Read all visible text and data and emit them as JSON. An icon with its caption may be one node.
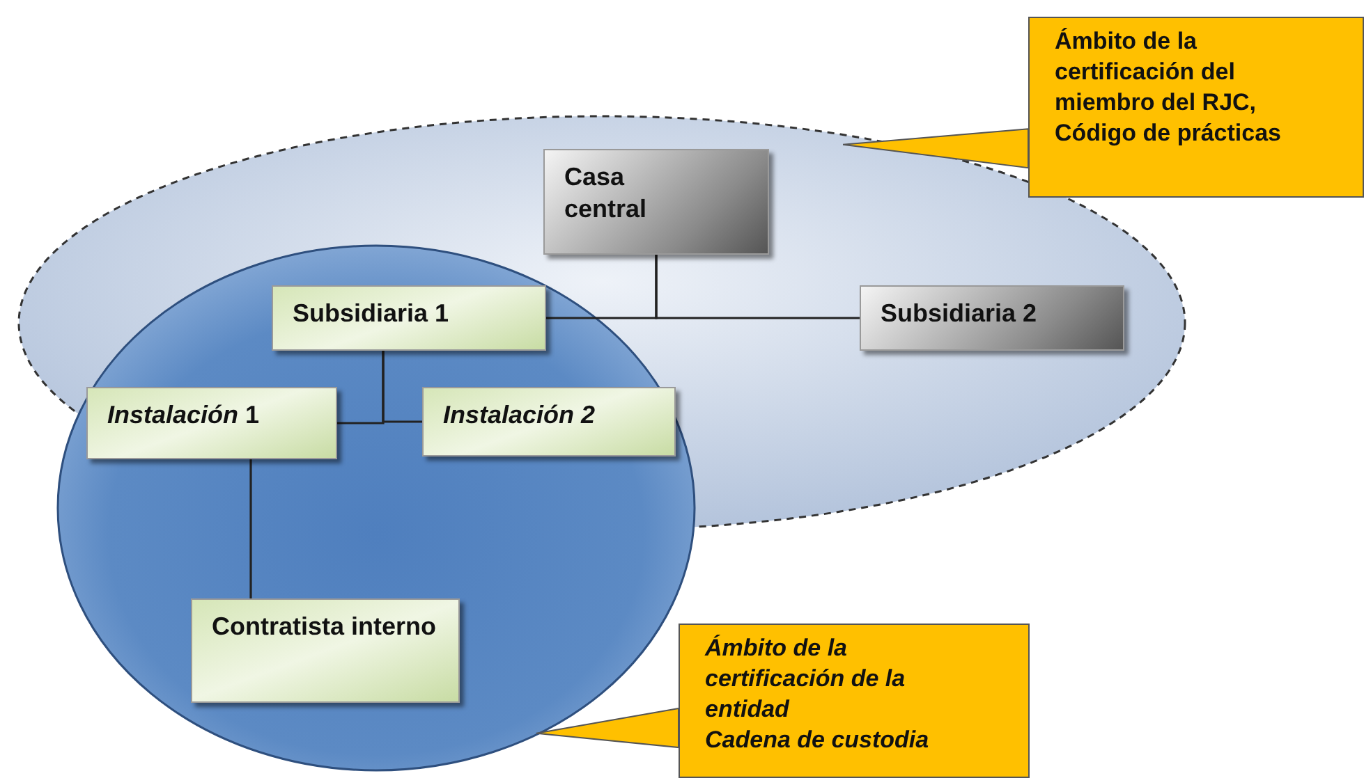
{
  "diagram": {
    "nodes": [
      {
        "text": [],
        "shape": "ellipse"
      },
      {
        "text": [],
        "shape": "ellipse"
      },
      {
        "text": [
          "Casa central"
        ],
        "in": 0
      },
      {
        "text": [
          "Subsidiaria 1"
        ]
      },
      {
        "text": [
          "Subsidiaria 2"
        ],
        "in": 0
      },
      {
        "text": [
          "*Instalación* 1"
        ]
      },
      {
        "text": [
          "Instalación 2"
        ]
      },
      {
        "text": [
          "Contratista interno"
        ],
        "in": 1
      },
      {
        "text": [
          "Ámbito de la certificación del miembro del RJC,",
          "Código de prácticas"
        ]
      },
      {
        "text": [
          "Ámbito de la certificación de la entidad",
          "Cadena de custodia"
        ]
      }
    ],
    "edges": [
      {
        "from": 2,
        "to": 3,
        "arrow": "none"
      },
      {
        "from": 2,
        "to": 4,
        "arrow": "none"
      },
      {
        "from": 3,
        "to": 5,
        "arrow": "none"
      },
      {
        "from": 3,
        "to": 6,
        "arrow": "none"
      },
      {
        "from": 5,
        "to": 7,
        "arrow": "none"
      },
      {
        "from": 8,
        "to": 0,
        "arrow": "none"
      },
      {
        "from": 9,
        "to": 1,
        "arrow": "none"
      }
    ]
  }
}
